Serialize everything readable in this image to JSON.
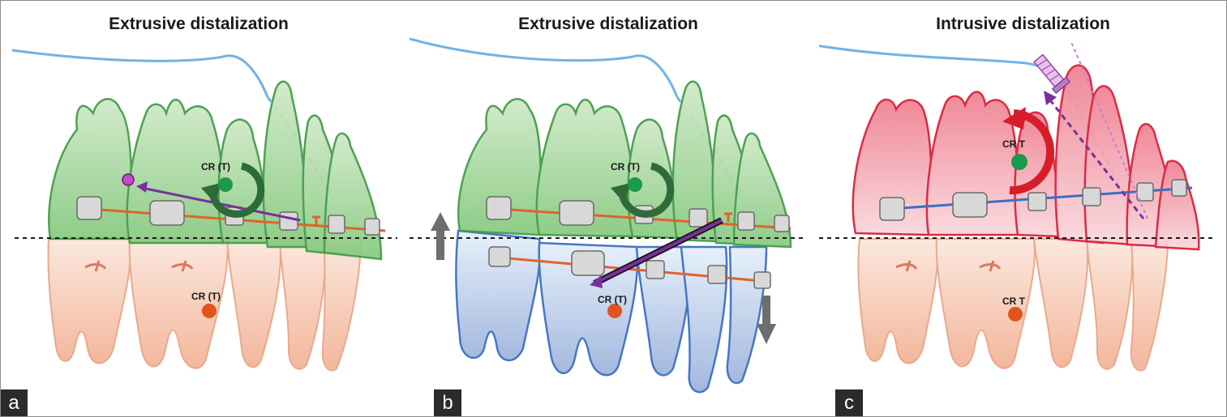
{
  "panels": [
    {
      "title": "Extrusive distalization",
      "label": "a",
      "upper_cr": "CR (T)",
      "lower_cr": "CR (T)"
    },
    {
      "title": "Extrusive distalization",
      "label": "b",
      "upper_cr": "CR (T)",
      "lower_cr": "CR (T)"
    },
    {
      "title": "Intrusive distalization",
      "label": "c",
      "upper_cr": "CR T",
      "lower_cr": "CR T"
    }
  ],
  "colors": {
    "upper_teeth_green": "#6cc06a",
    "upper_teeth_red": "#e0364f",
    "lower_teeth_peach": "#f6c8b0",
    "lower_teeth_blue": "#3d6fc2",
    "gum_line_blue": "#6fb3e6",
    "archwire_orange": "#e2622a",
    "archwire_blue": "#3a6fc6",
    "force_purple": "#7b2f9e",
    "moment_dark_green": "#2f6b3a",
    "moment_red": "#d81d2a",
    "cr_green": "#1a9a4a",
    "cr_orange": "#e0551e"
  }
}
